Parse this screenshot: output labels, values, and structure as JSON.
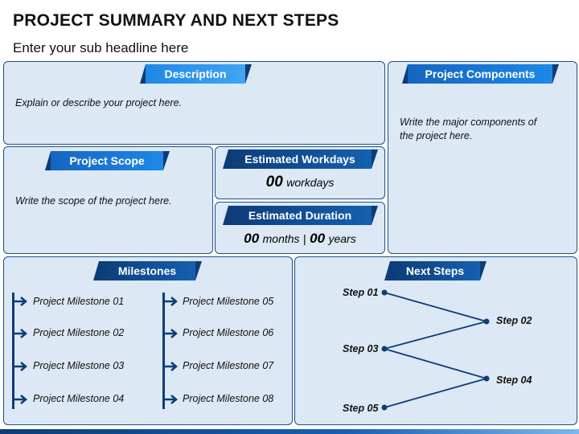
{
  "header": {
    "title": "PROJECT SUMMARY AND NEXT STEPS",
    "subtitle": "Enter your sub headline here"
  },
  "description": {
    "heading": "Description",
    "text": "Explain or describe your project here."
  },
  "components": {
    "heading": "Project Components",
    "text": "Write the major components of the project here."
  },
  "scope": {
    "heading": "Project Scope",
    "text": "Write the scope of the project here."
  },
  "workdays": {
    "heading": "Estimated Workdays",
    "value": "00",
    "unit": "workdays"
  },
  "duration": {
    "heading": "Estimated Duration",
    "months_value": "00",
    "months_unit": "months",
    "separator": "|",
    "years_value": "00",
    "years_unit": "years"
  },
  "milestones": {
    "heading": "Milestones",
    "items": [
      "Project Milestone 01",
      "Project Milestone 02",
      "Project Milestone 03",
      "Project Milestone 04",
      "Project Milestone 05",
      "Project Milestone 06",
      "Project Milestone 07",
      "Project Milestone 08"
    ]
  },
  "next_steps": {
    "heading": "Next Steps",
    "steps": [
      "Step 01",
      "Step 02",
      "Step 03",
      "Step 04",
      "Step 05"
    ]
  },
  "colors": {
    "panel_bg": "#dce8f4",
    "panel_border": "#1d4f8a",
    "ribbon_blue": "#1e88e5",
    "ribbon_dark": "#0d3c78"
  }
}
